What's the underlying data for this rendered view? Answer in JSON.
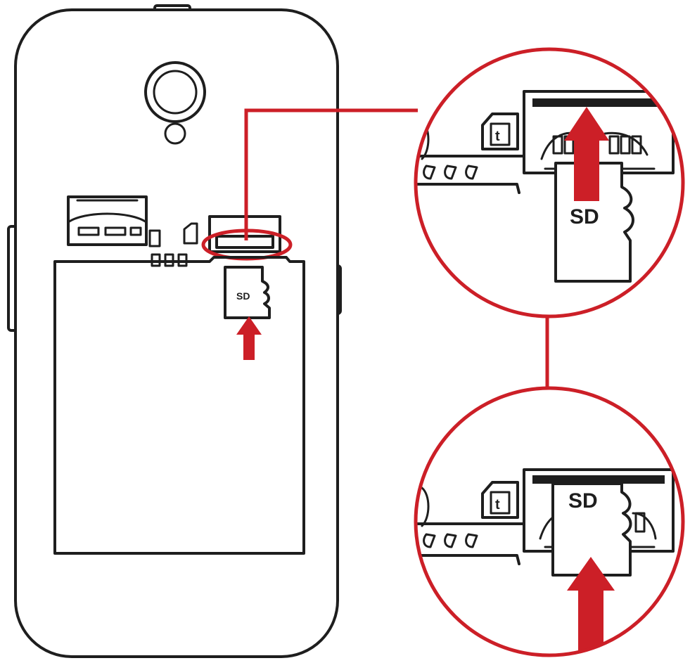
{
  "labels": {
    "sd_card_phone": "SD",
    "sd_card_zoom_top": "SD",
    "sd_card_zoom_bottom": "SD",
    "sim_glyph": "t"
  },
  "colors": {
    "accent_red": "#cc1f27",
    "ink": "#1e1e1e",
    "background": "#ffffff"
  },
  "icons": {
    "insert_arrow": "red-up-arrow",
    "sd_card": "micro-sd-card",
    "camera": "camera-lens"
  }
}
